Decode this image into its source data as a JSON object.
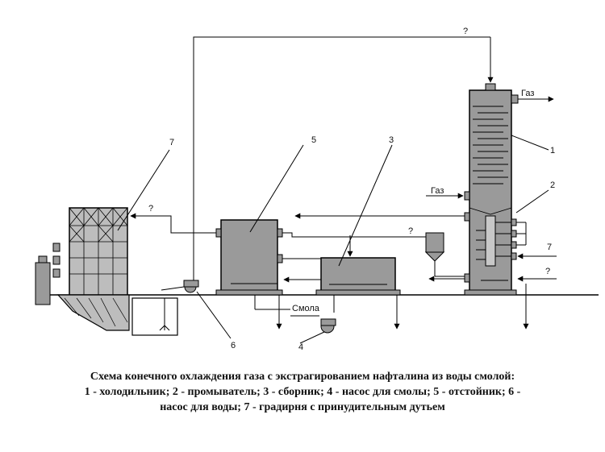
{
  "labels": {
    "n1": "1",
    "n2": "2",
    "n3": "3",
    "n4": "4",
    "n5": "5",
    "n6": "6",
    "n7": "7",
    "unknown": "?",
    "gas": "Газ",
    "resin": "Смола"
  },
  "caption": {
    "line1": "Схема конечного охлаждения газа с экстрагированием нафталина из воды смолой:",
    "line2": "1 - холодильник; 2 - промыватель; 3 - сборник; 4 - насос для смолы; 5 - отстойник; 6 -",
    "line3": "насос для воды; 7 - градирня с принудительным дутьем"
  },
  "colors": {
    "equipment_fill": "#9a9a9a",
    "line": "#000000"
  }
}
